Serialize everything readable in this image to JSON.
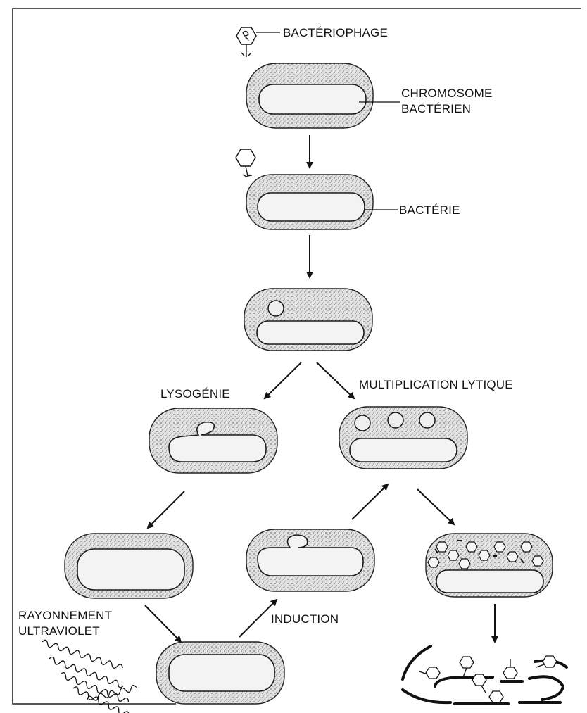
{
  "labels": {
    "bacteriophage": "BACTÉRIOPHAGE",
    "chromosome_line1": "CHROMOSOME",
    "chromosome_line2": "BACTÉRIEN",
    "bacterie": "BACTÉRIE",
    "lysogenie": "LYSOGÉNIE",
    "multiplication": "MULTIPLICATION LYTIQUE",
    "rayonnement_line1": "RAYONNEMENT",
    "rayonnement_line2": "ULTRAVIOLET",
    "induction": "INDUCTION"
  }
}
